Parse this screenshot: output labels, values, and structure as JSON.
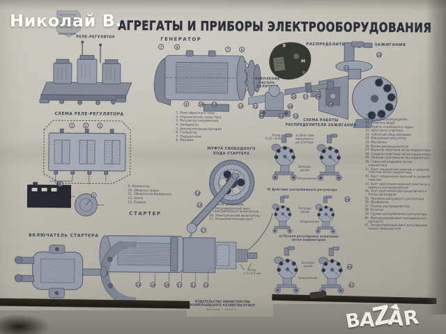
{
  "photo": {
    "seller_name": "Николай В.",
    "watermark_letters": [
      "B",
      "A",
      "Z",
      "A",
      "R"
    ]
  },
  "poster": {
    "title": "АГРЕГАТЫ И ПРИБОРЫ ЭЛЕКТРООБОРУДОВАНИЯ",
    "stamp": {
      "letter_ya": "Я",
      "letter_m": "М"
    },
    "labels": {
      "relay_regulator": "РЕЛЕ-РЕГУЛЯТОР",
      "relay_schema": "СХЕМА РЕЛЕ-РЕГУЛЯТОРА",
      "generator": "ГЕНЕРАТОР",
      "distributor_word1": "РАСПРЕДЕЛИТЕЛЬ",
      "distributor_word2": "ЗАЖИГАНИЯ",
      "distributor_mount": "КРЕПЛЕНИЕ\nРАСПРЕ-\nДЕЛИТЕЛЯ",
      "freewheel": "МУФТА СВОБОДНОГО\nХОДА СТАРТЕРА",
      "starter": "СТАРТЕР",
      "starter_switch": "ВКЛЮЧАТЕЛЬ СТАРТЕРА",
      "dist_schema": "СХЕМА РАБОТЫ\nРАСПРЕДЕЛИТЕЛЯ ЗАЖИГАНИЯ",
      "gap_small": "Зазор\n0,35—0,45 мм",
      "section_a": "а) Действие\nвакуумного\nрегулятора",
      "section_b": "б) Действие центробежного регулятора",
      "section_c": "в) Ручная регулировка зажигания\nоктан-корректором",
      "retard": "Запазды-\nвание",
      "advance": "Опережение",
      "gap_large": "Зазор\n1,5÷3,5 мм"
    },
    "legend_a": [
      "1. Реле обратного тока",
      "2. Ограничитель силы тока",
      "3. Регулятор напряжения",
      "4. Амперметр",
      "5. Аккумуляторная батарея",
      "6. Генератор",
      "7. Подшипники",
      "8. Маховик"
    ],
    "legend_b": [
      "9. Коллектор",
      "10. Обмотка якоря",
      "11. Обмотка возбуждения",
      "12. Шина",
      "13. Педаль"
    ],
    "legend_c": [
      "14. Рычаг включения",
      "15. Регулировочный винт электрического включателя",
      "16. Электрический включатель",
      "17. Ограничительный винт"
    ],
    "legend_d": [
      "18. Щетки",
      "19. Обмотка возбуждения",
      "20. Обмотка якоря",
      "21. Муфта «свободного хода»",
      "22. Шестерня стартера",
      "23. Зубчатый обод маховика",
      "24. Вакуумный регулятор",
      "25. Масленка",
      "26. Валик распределителя",
      "27. Верхняя пластина октан-корректора",
      "28. Средняя пластина октан-корректора",
      "29. Нижняя пластина октан-корректора",
      "30. Гайка регулировки октан-корректора",
      "31. Болт соединения нижней и средней пластин октан-корректора",
      "32. Винт соединения верхней и средней пластин",
      "33. Болт крепления верхней пластины к корпусу распределителя",
      "34. Болт крепления распределителя к блоку цилиндров",
      "35. Пружина вакуумного регулятора",
      "36. Диафрагма",
      "37. Панель распределителя",
      "38. Кулачок",
      "39. Грузик центробежного регулятора",
      "40. Фиксирующий винт неподвижного контакта",
      "41. Эксцентриковый винт регулировки зазора прерывателя"
    ],
    "callouts": {
      "generator_top": [
        "7",
        "8",
        "7",
        "8"
      ],
      "generator_bottom": [
        "9",
        "10",
        "11",
        "12"
      ],
      "relay_schema_top": [
        "1",
        "2",
        "3"
      ],
      "ammeter": "4",
      "battery": "5",
      "distributor_cap": "24",
      "distributor_body": "25",
      "shaft_row": [
        "26",
        "27",
        "28",
        "29"
      ],
      "mount_group": [
        "31",
        "30",
        "34",
        "32",
        "33"
      ],
      "lever_stack": [
        "14",
        "15",
        "16",
        "17"
      ],
      "starter_row": [
        "18",
        "19",
        "20",
        "21",
        "22",
        "23"
      ],
      "centrifugal": "39",
      "octane_a": "40",
      "octane_b": "41"
    },
    "publisher": [
      "ИЗДАТЕЛЬСТВО МИНИСТЕРСТВА",
      "КОММУНАЛЬНОГО ХОЗЯЙСТВА РСФСР",
      "Москва · 1958 г."
    ]
  }
}
